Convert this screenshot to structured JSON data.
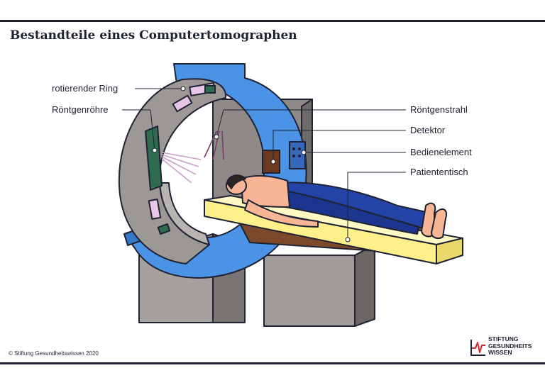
{
  "title": "Bestandteile eines Computertomographen",
  "labels": {
    "ring": "rotierender Ring",
    "tube": "Röntgenröhre",
    "beam": "Röntgenstrahl",
    "detector": "Detektor",
    "control": "Bedienelement",
    "table": "Patiententisch"
  },
  "copyright": "© Stiftung Gesundheitswissen 2020",
  "logo": {
    "line1": "STIFTUNG",
    "line2": "GESUNDHEITS",
    "line3": "WISSEN"
  },
  "colors": {
    "outline": "#1f2233",
    "ring_blue": "#4a93e6",
    "ring_grey": "#9c9896",
    "housing_grey": "#9a9492",
    "table_yellow": "#fdf08a",
    "table_brown": "#7c4a2a",
    "pants_blue": "#2443a6",
    "skin": "#f7b595",
    "tube_green": "#2e6b4f",
    "panel_pink": "#e9c6e8",
    "logo_red": "#d9262b"
  }
}
